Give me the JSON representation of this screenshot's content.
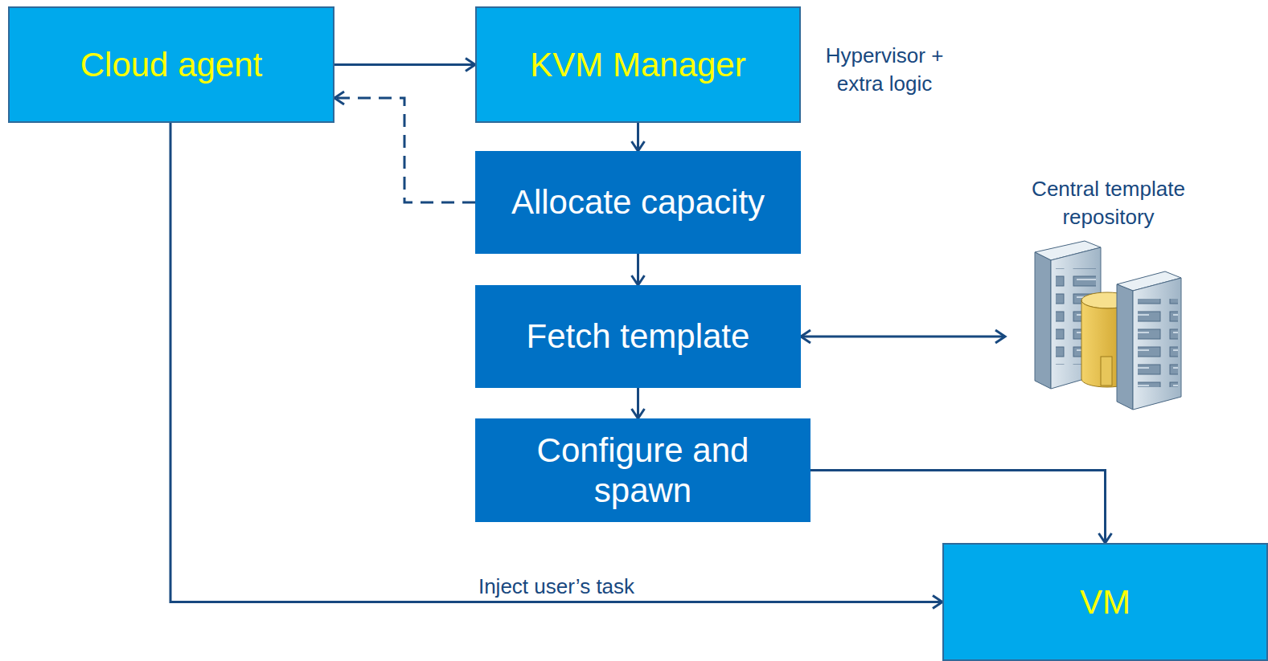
{
  "diagram": {
    "nodes": [
      {
        "text": [
          "Cloud agent"
        ]
      },
      {
        "text": [
          "KVM Manager"
        ]
      },
      {
        "text": [
          "Allocate capacity"
        ]
      },
      {
        "text": [
          "Fetch template"
        ]
      },
      {
        "text": [
          "Configure and spawn"
        ]
      },
      {
        "text": [
          "Central template repository"
        ]
      },
      {
        "text": [
          "VM"
        ]
      }
    ],
    "edges": [
      {
        "from": 0,
        "to": 1,
        "arrow": "to"
      },
      {
        "from": 1,
        "to": 2,
        "arrow": "to"
      },
      {
        "from": 2,
        "to": 0,
        "arrow": "to"
      },
      {
        "from": 2,
        "to": 3,
        "arrow": "to"
      },
      {
        "from": 3,
        "to": 4,
        "arrow": "to"
      },
      {
        "from": 3,
        "to": 5,
        "arrow": "both"
      },
      {
        "from": 4,
        "to": 6,
        "arrow": "to"
      },
      {
        "from": 0,
        "to": 6,
        "label": "Inject user’s task",
        "arrow": "to"
      }
    ],
    "labels": [
      "Hypervisor + extra logic"
    ]
  }
}
